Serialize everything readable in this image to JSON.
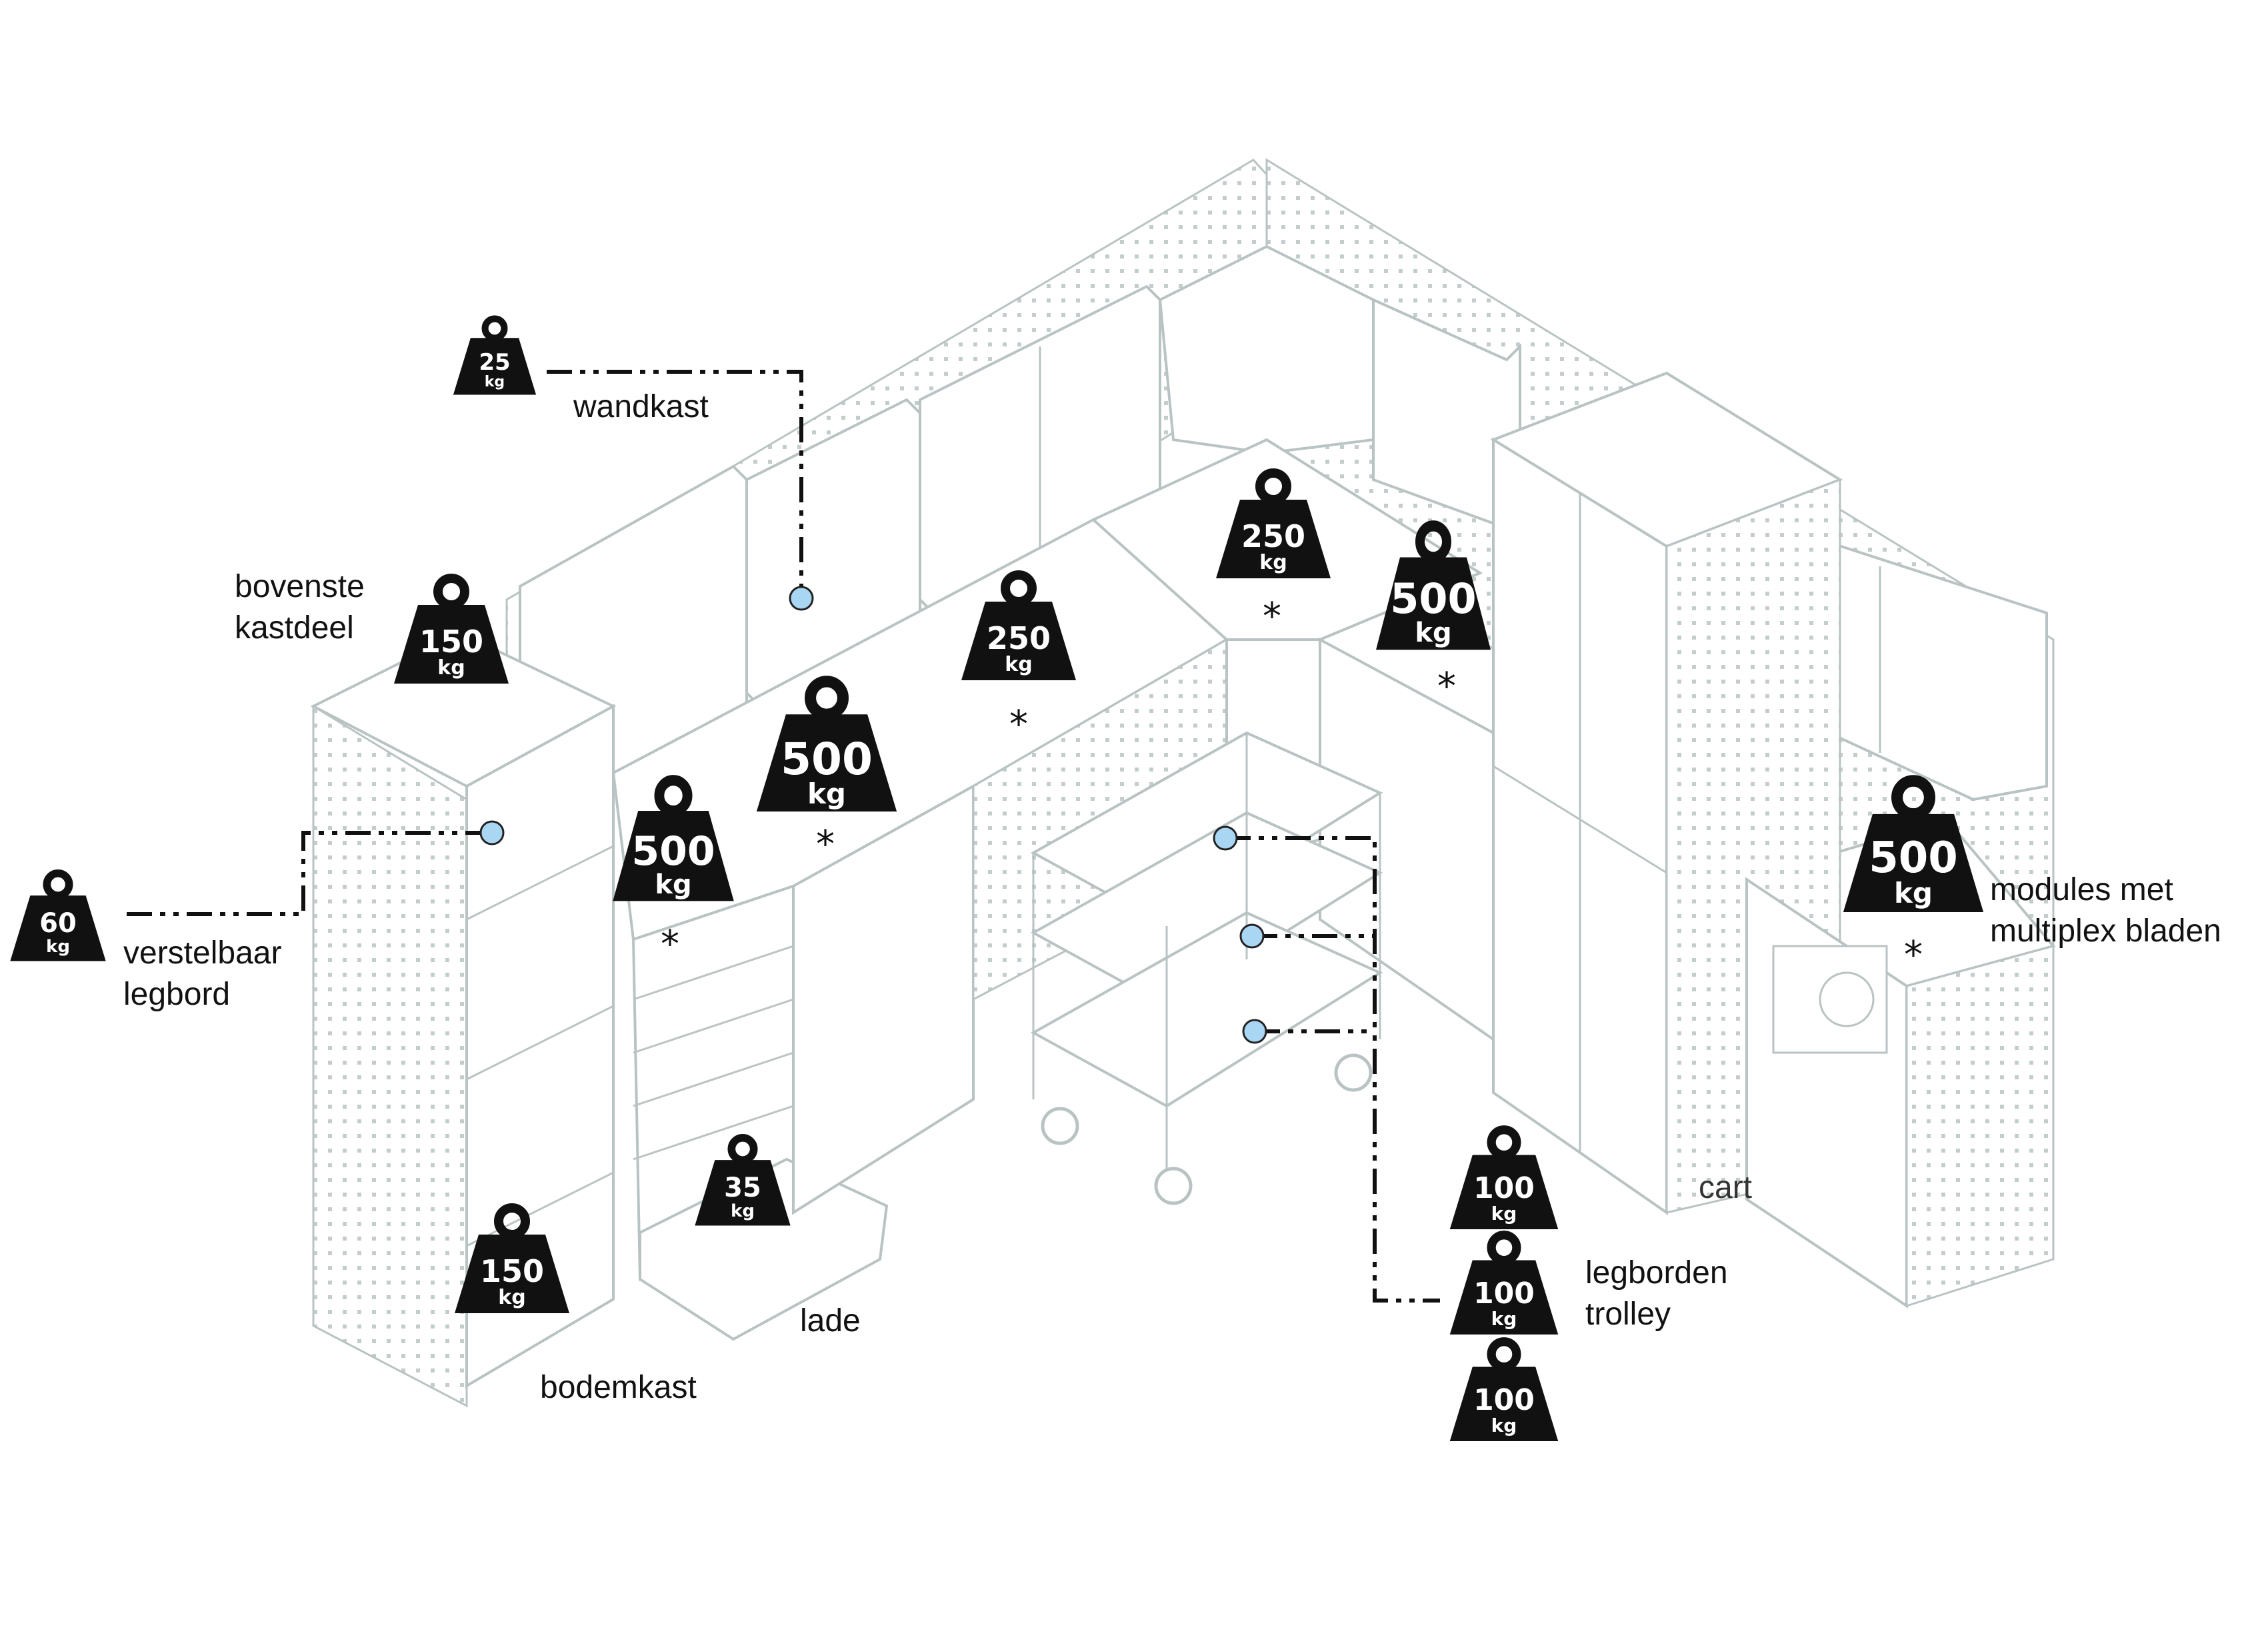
{
  "labels": {
    "wandkast": "wandkast",
    "bovenste_line1": "bovenste",
    "bovenste_line2": "kastdeel",
    "verstelbaar_line1": "verstelbaar",
    "verstelbaar_line2": "legbord",
    "modules_line1": "modules met",
    "modules_line2": "multiplex bladen",
    "legborden_line1": "legborden",
    "legborden_line2": "trolley",
    "lade": "lade",
    "bodemkast": "bodemkast",
    "cart_fragment": "cart"
  },
  "unit": "kg",
  "asterisk": "*",
  "weights": {
    "wandkast": "25",
    "bovenste": "150",
    "verstelbaar": "60",
    "werkblad_left": "500",
    "werkblad_mid": "500",
    "werkblad_center": "250",
    "werkblad_corner": "250",
    "werkblad_corner_right": "500",
    "modules": "500",
    "lade": "35",
    "bodemkast": "150",
    "trolley_1": "100",
    "trolley_2": "100",
    "trolley_3": "100"
  }
}
